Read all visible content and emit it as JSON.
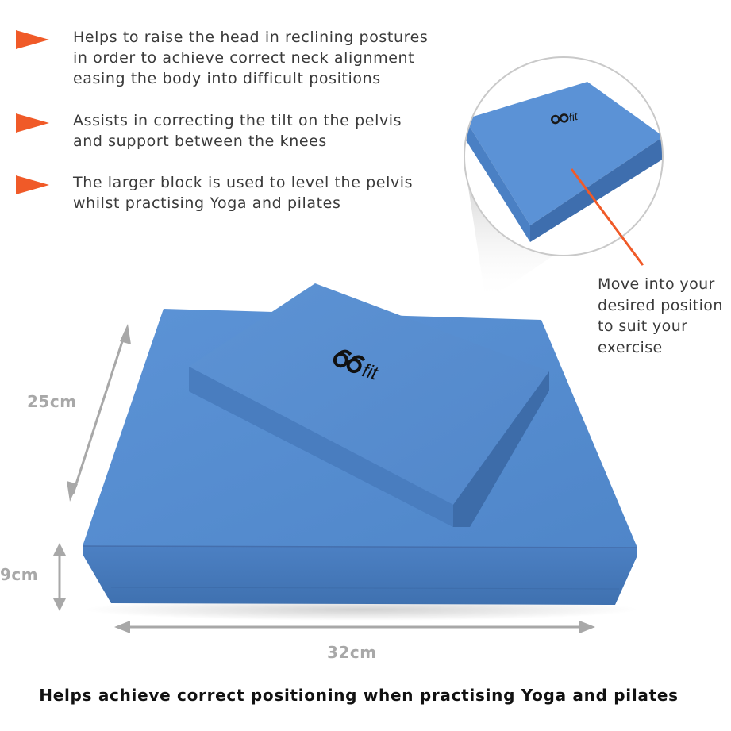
{
  "bullets": [
    {
      "icon": "orange-triangle-icon",
      "text": "Helps to raise the head in reclining postures\nin order to achieve correct neck alignment\neasing the body into difficult positions"
    },
    {
      "icon": "orange-triangle-icon",
      "text": "Assists in correcting the tilt on the pelvis\nand support between the knees"
    },
    {
      "icon": "orange-triangle-icon",
      "text": "The larger block is used to level the pelvis\nwhilst practising Yoga and pilates"
    }
  ],
  "callout": {
    "text": "Move into your\ndesired position\nto suit your\nexercise"
  },
  "dimensions": {
    "depth": "25cm",
    "height": "9cm",
    "width": "32cm"
  },
  "caption": "Helps achieve correct positioning when practising Yoga and pilates",
  "colors": {
    "accent": "#f05a28",
    "block": "#5b8fd1",
    "dimension": "#a8a8a8"
  }
}
